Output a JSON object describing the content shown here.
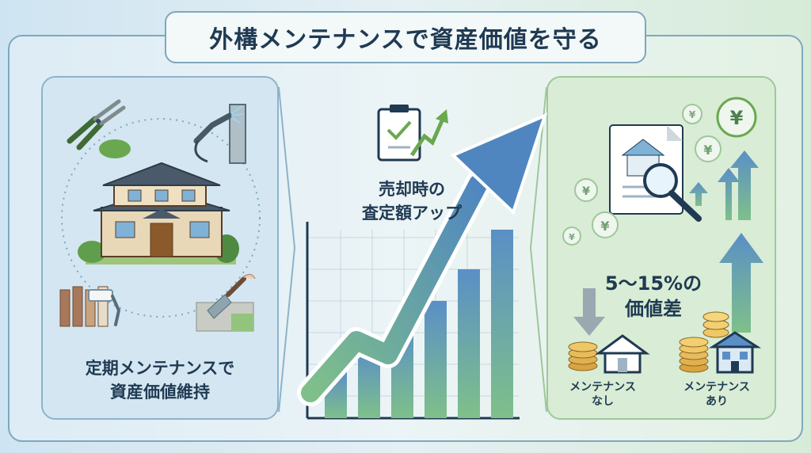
{
  "title": "外構メンテナンスで資産価値を守る",
  "left_panel": {
    "caption_line1": "定期メンテナンスで",
    "caption_line2": "資産価値維持"
  },
  "center_panel": {
    "caption_line1": "売却時の",
    "caption_line2": "査定額アップ"
  },
  "right_panel": {
    "diff_line1": "5〜15%の",
    "diff_line2": "価値差",
    "without_line1": "メンテナンス",
    "without_line2": "なし",
    "with_line1": "メンテナンス",
    "with_line2": "あり",
    "coin_symbol": "¥"
  },
  "icons": [
    "pruning-shears-icon",
    "pressure-washer-icon",
    "house-icon",
    "fence-paint-roller-icon",
    "trowel-icon",
    "clipboard-check-icon",
    "document-search-icon",
    "yen-coin-icon",
    "growth-arrow-icon"
  ],
  "colors": {
    "blue": "#5a8fc6",
    "green": "#7fc08a",
    "navy": "#1f3a52"
  }
}
